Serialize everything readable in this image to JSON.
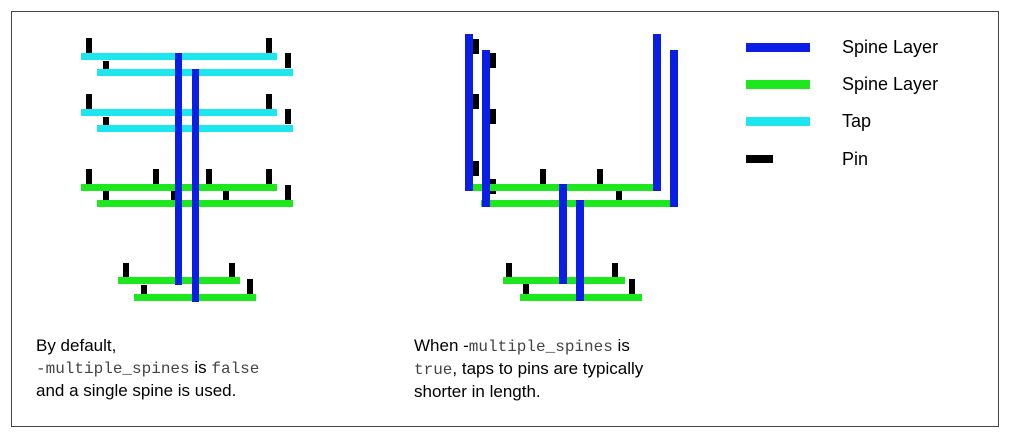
{
  "legend": {
    "items": [
      {
        "label": "Spine Layer",
        "color": "#0a1ee6",
        "style": "thick"
      },
      {
        "label": "Spine Layer",
        "color": "#1de81d",
        "style": "thick"
      },
      {
        "label": "Tap",
        "color": "#1ee6ee",
        "style": "thick"
      },
      {
        "label": "Pin",
        "color": "#000000",
        "style": "short"
      }
    ]
  },
  "captions": {
    "left": {
      "line1": "By default,",
      "line2_code_a": "-multiple_spines",
      "line2_text": " is ",
      "line2_code_b": "false",
      "line3": "and a single spine is used."
    },
    "right": {
      "line1_text": "When -",
      "line1_code": "multiple_spines",
      "line1_text_b": " is",
      "line2_code": "true",
      "line2_text": ", taps to pins are typically",
      "line3": "shorter in length."
    }
  },
  "colors": {
    "spine_blue": "#0a1ee6",
    "spine_green": "#1de81d",
    "tap_cyan": "#1ee6ee",
    "pin_black": "#000000"
  }
}
